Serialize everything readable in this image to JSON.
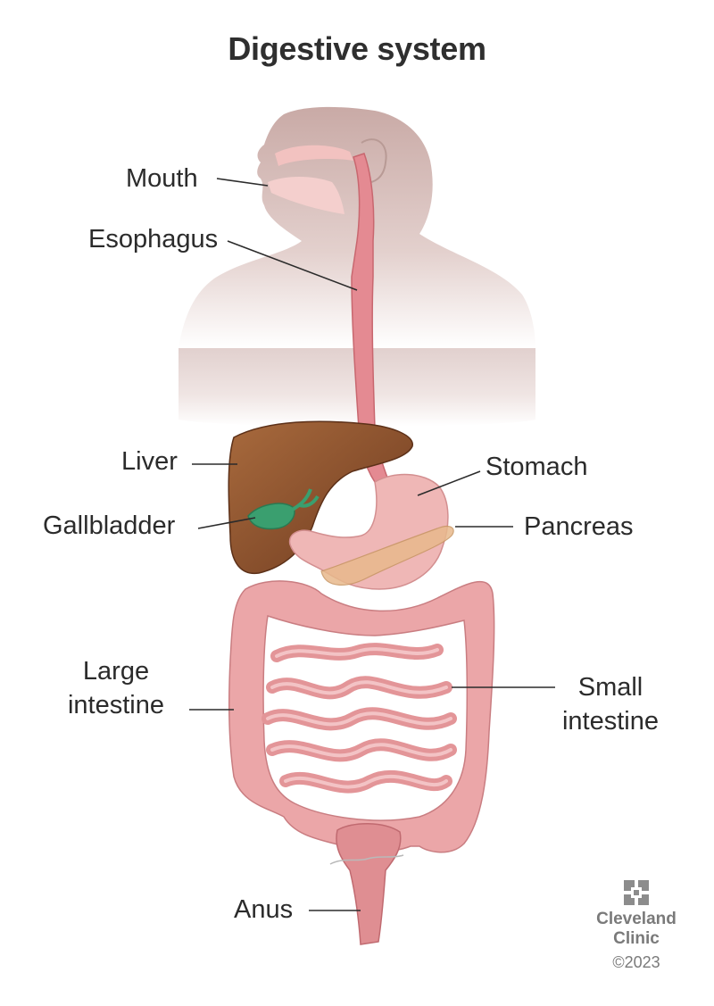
{
  "title": "Digestive system",
  "labels": {
    "mouth": "Mouth",
    "esophagus": "Esophagus",
    "liver": "Liver",
    "gallbladder": "Gallbladder",
    "stomach": "Stomach",
    "pancreas": "Pancreas",
    "large_intestine_line1": "Large",
    "large_intestine_line2": "intestine",
    "small_intestine_line1": "Small",
    "small_intestine_line2": "intestine",
    "anus": "Anus"
  },
  "brand": {
    "logo_icon": "cleveland-clinic-logo-icon",
    "name_line1": "Cleveland",
    "name_line2": "Clinic",
    "copyright": "©2023"
  },
  "colors": {
    "silhouette": "#d9c3bf",
    "tract": "#e48a92",
    "liver": "#8a4f2c",
    "gallbladder": "#3a9f6f",
    "stomach": "#efb7b6",
    "intestine": "#eba6a8",
    "pancreas": "#e8b98c",
    "label_text": "#2b2b2b",
    "leader_line": "#2b2b2b"
  }
}
